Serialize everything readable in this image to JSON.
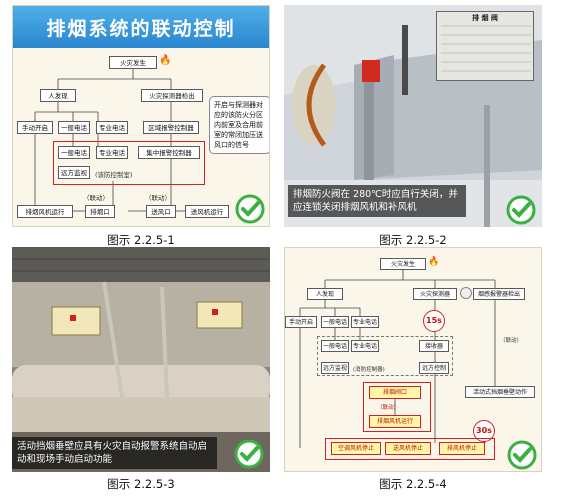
{
  "panel1": {
    "title": "排烟系统的联动控制",
    "fire_occurs": "火灾发生",
    "person_found": "人发现",
    "detector_found": "火灾探测器检出",
    "manual_open": "手动开启",
    "general_phone": "一般电话",
    "dedicated_phone": "专业电话",
    "zone_alarm_ctrl": "区域报警控制器",
    "general_phone_2": "一般电话",
    "dedicated_phone_2": "专业电话",
    "central_alarm_ctrl": "集中报警控制器",
    "remote_monitor": "远方监视",
    "fire_ctrl_room": "(该防控制室)",
    "linkage_1": "（联动）",
    "linkage_2": "（联动）",
    "exhaust_fan": "排烟风机运行",
    "exhaust_port": "排烟口",
    "supply_port": "送风口",
    "supply_fan": "送风机运行",
    "note": "开启与探测器对应的该防火分区内前室及合用前室的常闭加压送风口的信号"
  },
  "caption1": "图示 2.2.5-1",
  "panel2": {
    "plate_title": "排 烟 阀",
    "overlay": "排烟防火阀在 280℃时应自行关闭，并应连锁关闭排烟风机和补风机"
  },
  "caption2": "图示 2.2.5-2",
  "panel3": {
    "overlay": "活动挡烟垂壁应具有火灾自动报警系统自动启动和现场手动启动功能"
  },
  "caption3": "图示 2.2.5-3",
  "panel4": {
    "fire_occurs": "火灾发生",
    "person_found": "人发现",
    "fire_detector": "火灾探测器",
    "smoke_alarm_detect": "烟感报警器检出",
    "manual_open": "手动开启",
    "general_phone": "一般电话",
    "dedicated_phone": "专业电话",
    "general_phone_2": "一般电话",
    "dedicated_phone_2": "专业电话",
    "receiver": "接收器",
    "remote_monitor": "远方监视",
    "fire_ctrl_room": "(消防控制器)",
    "remote_control": "远方控制",
    "linkage_1": "（联动）",
    "linkage_2": "（联动）",
    "exhaust_valve": "排烟阀口",
    "exhaust_fan": "排烟风机运行",
    "smoke_curtain": "活动式挡烟垂壁动作",
    "ac_stop": "空调风机停止",
    "supply_stop": "送风机停止",
    "exhaust_stop": "排风机停止",
    "timer_15": "15s",
    "timer_30": "30s"
  },
  "caption4": "图示 2.2.5-4",
  "colors": {
    "accent": "#2a86cf",
    "alert": "#d52020",
    "check": "#3cb043"
  }
}
